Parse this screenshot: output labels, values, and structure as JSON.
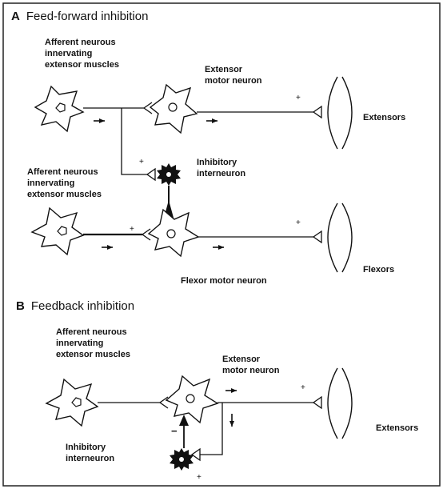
{
  "panel_a": {
    "letter": "A",
    "title": "Feed-forward inhibition",
    "afferent_top": "Afferent neurous\ninnervating\nextensor muscles",
    "extensor_motor": "Extensor\nmotor neuron",
    "extensors": "Extensors",
    "inhibitory": "Inhibitory\ninterneuron",
    "afferent_bottom": "Afferent neurous\ninnervating\nextensor muscles",
    "flexor_motor": "Flexor motor neuron",
    "flexors": "Flexors"
  },
  "panel_b": {
    "letter": "B",
    "title": "Feedback inhibition",
    "afferent": "Afferent neurous\ninnervating\nextensor muscles",
    "extensor_motor": "Extensor\nmotor neuron",
    "extensors": "Extensors",
    "inhibitory": "Inhibitory\ninterneuron"
  },
  "signs": {
    "plus": "+",
    "minus": "−"
  }
}
